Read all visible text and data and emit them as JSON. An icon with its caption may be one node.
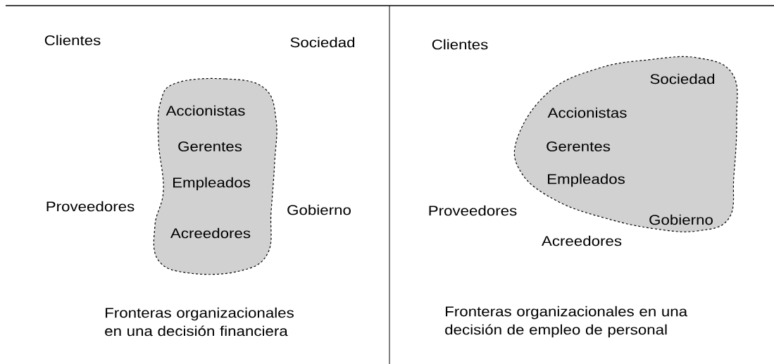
{
  "diagram": {
    "nodes": [
      {
        "text": [
          "Accionistas",
          "Gerentes",
          "Empleados",
          "Acreedores"
        ]
      },
      {
        "text": [
          "Sociedad",
          "Accionistas",
          "Gerentes",
          "Empleados",
          "Gobierno"
        ]
      }
    ],
    "labels": [
      "Clientes",
      "Sociedad",
      "Proveedores",
      "Gobierno",
      "Fronteras organizacionales en una decisión financiera",
      "Clientes",
      "Proveedores",
      "Acreedores",
      "Fronteras organizacionales en una decisión de empleo de personal"
    ]
  }
}
